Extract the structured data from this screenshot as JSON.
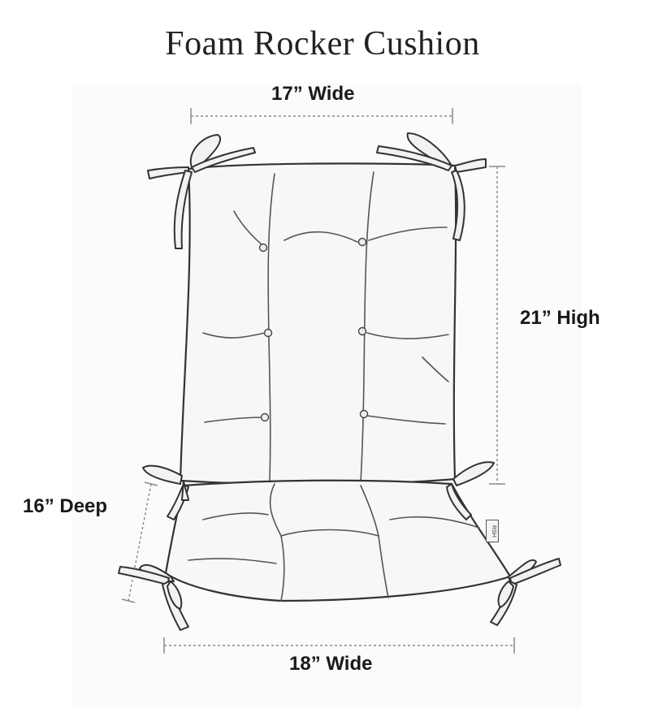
{
  "title": "Foam Rocker Cushion",
  "dimensions": {
    "top_width": "17” Wide",
    "height": "21” High",
    "depth": "16” Deep",
    "bottom_width": "18” Wide"
  },
  "tag_text": "RSH",
  "colors": {
    "outline": "#333333",
    "fill": "#f7f7f7",
    "dim_line": "#8a8a8a"
  }
}
